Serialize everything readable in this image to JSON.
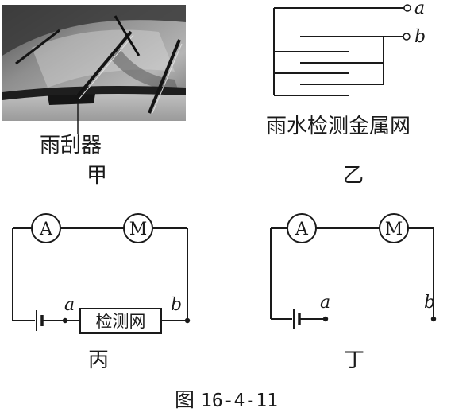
{
  "panels": {
    "jia": {
      "label": "甲",
      "callout": "雨刮器"
    },
    "yi": {
      "label": "乙",
      "caption": "雨水检测金属网",
      "terminal_a": "a",
      "terminal_b": "b"
    },
    "bing": {
      "label": "丙",
      "ammeter": "A",
      "motor": "M",
      "terminal_a": "a",
      "terminal_b": "b",
      "detector": "检测网"
    },
    "ding": {
      "label": "丁",
      "ammeter": "A",
      "motor": "M",
      "terminal_a": "a",
      "terminal_b": "b"
    }
  },
  "figure": {
    "prefix": "图",
    "number": "16-4-11"
  }
}
